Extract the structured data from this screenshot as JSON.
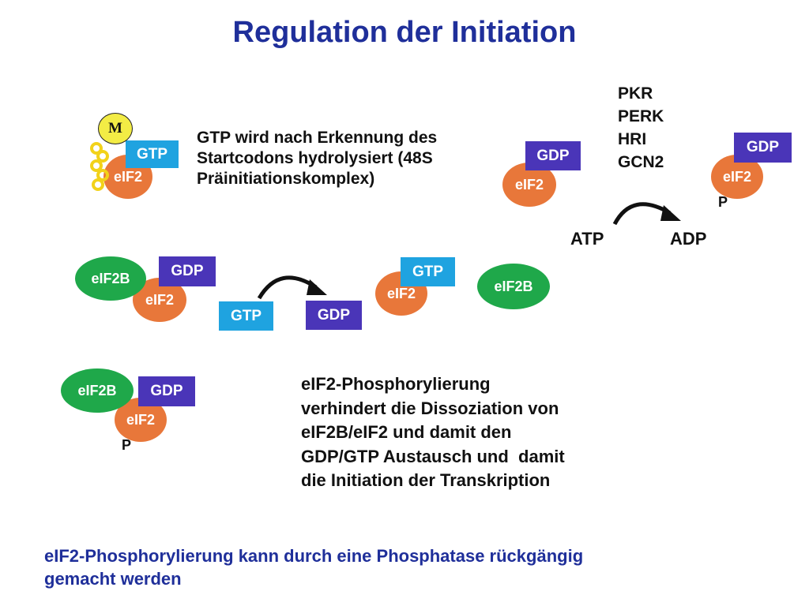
{
  "title": "Regulation der Initiation",
  "labels": {
    "eif2": "eIF2",
    "eif2b": "eIF2B",
    "gtp": "GTP",
    "gdp": "GDP",
    "atp": "ATP",
    "adp": "ADP",
    "p": "P",
    "m": "M"
  },
  "kinases": [
    "PKR",
    "PERK",
    "HRI",
    "GCN2"
  ],
  "text_hydrolysis": [
    "GTP wird nach Erkennung des",
    "Startcodons hydrolysiert (48S",
    "Präinitiationskomplex)"
  ],
  "text_phospho": [
    "eIF2-Phosphorylierung",
    "verhindert die Dissoziation von",
    "eIF2B/eIF2 und damit den",
    "GDP/GTP Austausch und  damit",
    "die Initiation der Transkription"
  ],
  "text_phosphatase": [
    "eIF2-Phosphorylierung kann durch eine Phosphatase rückgängig",
    "gemacht werden"
  ],
  "colors": {
    "eif2": "#e8773a",
    "eif2b": "#1fa84a",
    "gtp": "#1fa3e0",
    "gdp": "#4a35b8",
    "title": "#1f2f9a",
    "mrna": "#f2d21a"
  }
}
